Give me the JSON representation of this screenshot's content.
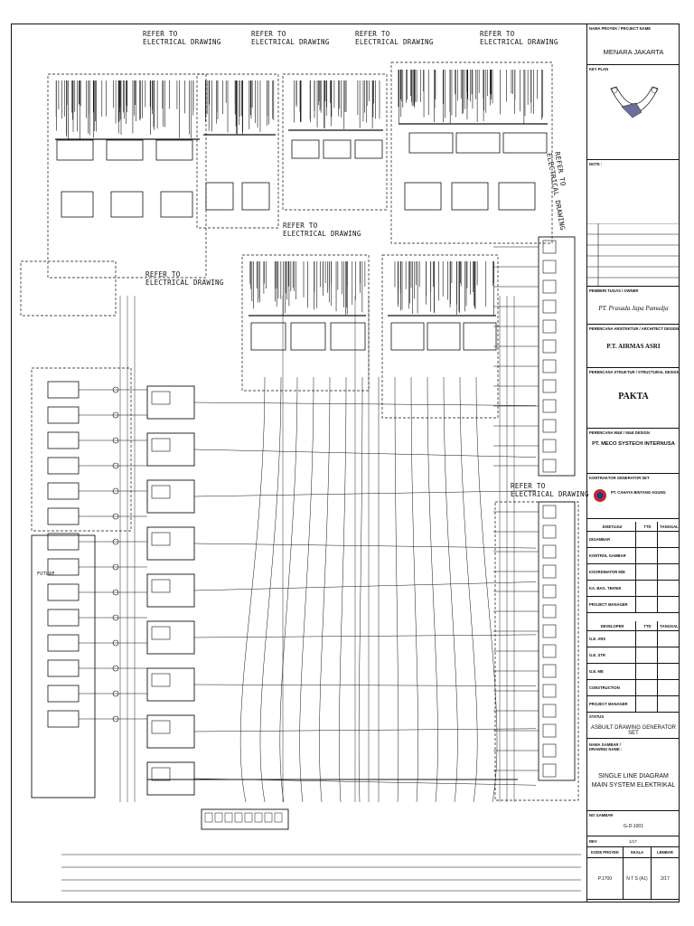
{
  "callouts": {
    "refer_line1": "REFER TO",
    "refer_line2": "ELECTRICAL DRAWING",
    "future": "FUTURE"
  },
  "title_block": {
    "project_label": "NAMA PROYEK / PROJECT NAME",
    "project_name": "MENARA JAKARTA",
    "key_plan_label": "KEY PLAN",
    "note_label": "NOTE :",
    "owner_label": "PEMBERI TUGAS / OWNER",
    "owner_name": "PT. Prasada Japa Pamudja",
    "architect_label": "PERENCANA ARSITEKTUR / ARCHITECT DESIGN",
    "architect_name": "P.T. AIRMAS ASRI",
    "structural_label": "PERENCANA STRUKTUR / STRUCTURAL DESIGN",
    "structural_name": "PAKTA",
    "mep_label": "PERENCANA M&E / M&E DESIGN",
    "mep_name": "PT. MECO SYSTECH INTERNUSA",
    "contractor_label": "KONTRAKTOR GENERATOR SET",
    "contractor_name": "PT. CAHAYA BINTANG AGUNG",
    "approval_header": [
      "DISETUJUI",
      "TTD",
      "TANGGAL"
    ],
    "approval_rows": [
      "DIGAMBAR",
      "KONTROL GAMBAR",
      "KOORDINATOR M/E",
      "KA. BAG. TEKNIK",
      "PROJECT MANAGER"
    ],
    "developer_header": [
      "DEVELOPER",
      "TTD",
      "TANGGAL"
    ],
    "developer_rows": [
      "G.E. ARS",
      "G.E. STR",
      "G.E. ME",
      "CONSTRUCTION MANAGER",
      "PROJECT MANAGER"
    ],
    "status_label": "STATUS",
    "status_value": "ASBUILT DRAWING GENERATOR SET",
    "drawing_name_label": "NAMA GAMBAR / DRAWING NAME :",
    "drawing_name_line1": "SINGLE LINE DIAGRAM",
    "drawing_name_line2": "MAIN SYSTEM ELEKTRIKAL",
    "drawing_no_label": "NO GAMBAR",
    "drawing_no": "G-D-1001",
    "rev_label": "REV",
    "rev_value": "1/17",
    "bottom_header": [
      "KODE PROYEK",
      "SKALA",
      "LEMBAR"
    ],
    "bottom_values": [
      "P.1700",
      "N T S  (A1)",
      "2/17"
    ]
  }
}
